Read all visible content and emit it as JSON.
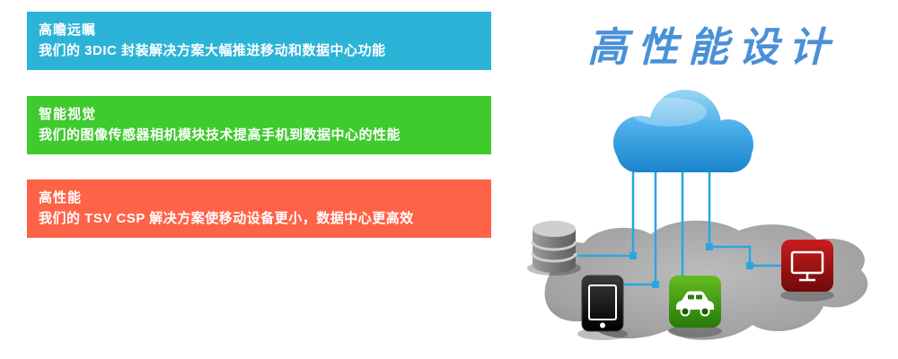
{
  "banners": [
    {
      "title": "高瞻远瞩",
      "description": "我们的 3DIC 封装解决方案大幅推进移动和数据中心功能",
      "color": "#2cb3d8"
    },
    {
      "title": "智能视觉",
      "description": "我们的图像传感器相机模块技术提高手机到数据中心的性能",
      "color": "#3fca2e"
    },
    {
      "title": "高性能",
      "description": "我们的 TSV CSP 解决方案使移动设备更小，数据中心更高效",
      "color": "#ff6347"
    }
  ],
  "headline": {
    "text": "高性能设计",
    "color": "#4a90d8"
  },
  "illustration": {
    "cloud_color": "#2e9fe0",
    "line_color": "#2aa7e0",
    "ground_color": "#a5a5a5",
    "icons": [
      {
        "name": "cloud-icon"
      },
      {
        "name": "database-icon"
      },
      {
        "name": "smartphone-icon"
      },
      {
        "name": "car-icon"
      },
      {
        "name": "monitor-icon"
      }
    ]
  }
}
